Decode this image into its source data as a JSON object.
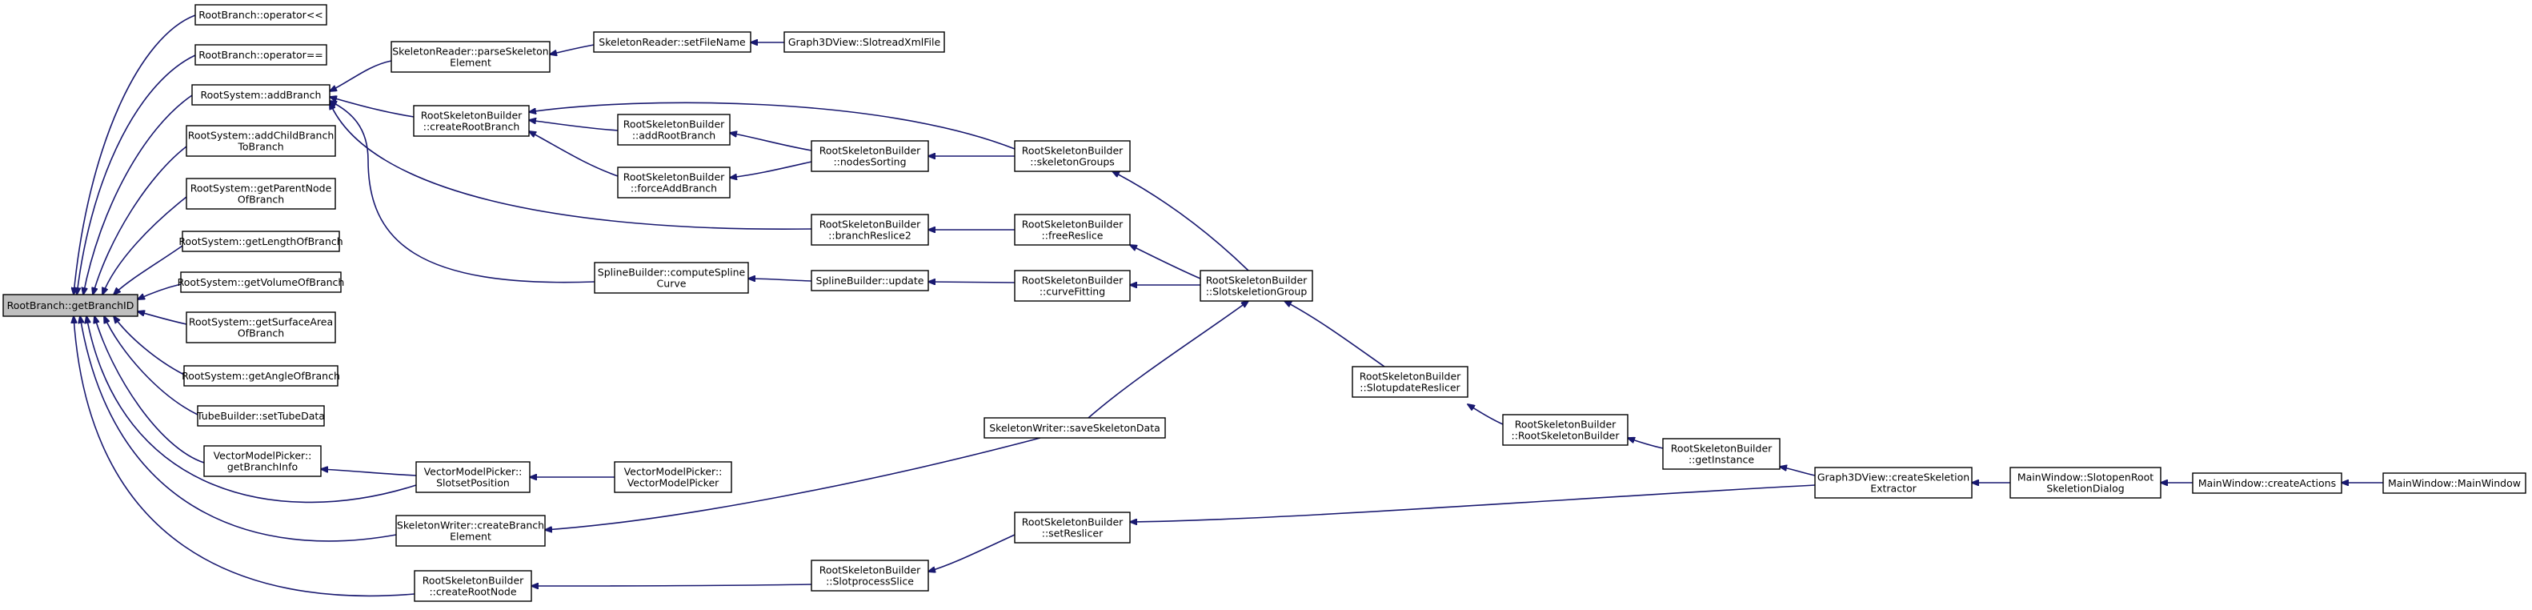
{
  "diagram": {
    "edge_color": "#191970",
    "root_fill": "#bfbfbf",
    "nodes": [
      {
        "id": "root",
        "lines": [
          "RootBranch::getBranchID"
        ],
        "root": true
      },
      {
        "id": "op_lshift",
        "lines": [
          "RootBranch::operator<<"
        ]
      },
      {
        "id": "op_eq",
        "lines": [
          "RootBranch::operator=="
        ]
      },
      {
        "id": "addBranch",
        "lines": [
          "RootSystem::addBranch"
        ]
      },
      {
        "id": "addChildBranchToBranch",
        "lines": [
          "RootSystem::addChildBranch",
          "ToBranch"
        ]
      },
      {
        "id": "getParentNodeOfBranch",
        "lines": [
          "RootSystem::getParentNode",
          "OfBranch"
        ]
      },
      {
        "id": "getLengthOfBranch",
        "lines": [
          "RootSystem::getLengthOfBranch"
        ]
      },
      {
        "id": "getVolumeOfBranch",
        "lines": [
          "RootSystem::getVolumeOfBranch"
        ]
      },
      {
        "id": "getSurfaceAreaOfBranch",
        "lines": [
          "RootSystem::getSurfaceArea",
          "OfBranch"
        ]
      },
      {
        "id": "getAngleOfBranch",
        "lines": [
          "RootSystem::getAngleOfBranch"
        ]
      },
      {
        "id": "setTubeData",
        "lines": [
          "TubeBuilder::setTubeData"
        ]
      },
      {
        "id": "getBranchInfo",
        "lines": [
          "VectorModelPicker::",
          "getBranchInfo"
        ]
      },
      {
        "id": "createBranchElement",
        "lines": [
          "SkeletonWriter::createBranch",
          "Element"
        ]
      },
      {
        "id": "createRootNode",
        "lines": [
          "RootSkeletonBuilder",
          "::createRootNode"
        ]
      },
      {
        "id": "parseSkeletonElement",
        "lines": [
          "SkeletonReader::parseSkeleton",
          "Element"
        ]
      },
      {
        "id": "createRootBranch",
        "lines": [
          "RootSkeletonBuilder",
          "::createRootBranch"
        ]
      },
      {
        "id": "computeSplineCurve",
        "lines": [
          "SplineBuilder::computeSpline",
          "Curve"
        ]
      },
      {
        "id": "SlotsetPosition",
        "lines": [
          "VectorModelPicker::",
          "SlotsetPosition"
        ]
      },
      {
        "id": "setFileName",
        "lines": [
          "SkeletonReader::setFileName"
        ]
      },
      {
        "id": "addRootBranch",
        "lines": [
          "RootSkeletonBuilder",
          "::addRootBranch"
        ]
      },
      {
        "id": "forceAddBranch",
        "lines": [
          "RootSkeletonBuilder",
          "::forceAddBranch"
        ]
      },
      {
        "id": "VectorModelPicker",
        "lines": [
          "VectorModelPicker::",
          "VectorModelPicker"
        ]
      },
      {
        "id": "SlotreadXmlFile",
        "lines": [
          "Graph3DView::SlotreadXmlFile"
        ]
      },
      {
        "id": "nodesSorting",
        "lines": [
          "RootSkeletonBuilder",
          "::nodesSorting"
        ]
      },
      {
        "id": "branchReslice2",
        "lines": [
          "RootSkeletonBuilder",
          "::branchReslice2"
        ]
      },
      {
        "id": "update",
        "lines": [
          "SplineBuilder::update"
        ]
      },
      {
        "id": "SlotprocessSlice",
        "lines": [
          "RootSkeletonBuilder",
          "::SlotprocessSlice"
        ]
      },
      {
        "id": "skeletonGroups",
        "lines": [
          "RootSkeletonBuilder",
          "::skeletonGroups"
        ]
      },
      {
        "id": "freeReslice",
        "lines": [
          "RootSkeletonBuilder",
          "::freeReslice"
        ]
      },
      {
        "id": "curveFitting",
        "lines": [
          "RootSkeletonBuilder",
          "::curveFitting"
        ]
      },
      {
        "id": "saveSkeletonData",
        "lines": [
          "SkeletonWriter::saveSkeletonData"
        ]
      },
      {
        "id": "setReslicer",
        "lines": [
          "RootSkeletonBuilder",
          "::setReslicer"
        ]
      },
      {
        "id": "SlotskeletionGroup",
        "lines": [
          "RootSkeletonBuilder",
          "::SlotskeletionGroup"
        ]
      },
      {
        "id": "SlotupdateReslicer",
        "lines": [
          "RootSkeletonBuilder",
          "::SlotupdateReslicer"
        ]
      },
      {
        "id": "RootSkeletonBuilder",
        "lines": [
          "RootSkeletonBuilder",
          "::RootSkeletonBuilder"
        ]
      },
      {
        "id": "getInstance",
        "lines": [
          "RootSkeletonBuilder",
          "::getInstance"
        ]
      },
      {
        "id": "createSkeletionExtractor",
        "lines": [
          "Graph3DView::createSkeletion",
          "Extractor"
        ]
      },
      {
        "id": "SlotopenRootSkeletionDialog",
        "lines": [
          "MainWindow::SlotopenRoot",
          "SkeletionDialog"
        ]
      },
      {
        "id": "createActions",
        "lines": [
          "MainWindow::createActions"
        ]
      },
      {
        "id": "MainWindow",
        "lines": [
          "MainWindow::MainWindow"
        ]
      }
    ],
    "edges": [
      {
        "from": "op_lshift",
        "to": "root"
      },
      {
        "from": "op_eq",
        "to": "root"
      },
      {
        "from": "addBranch",
        "to": "root"
      },
      {
        "from": "addChildBranchToBranch",
        "to": "root"
      },
      {
        "from": "getParentNodeOfBranch",
        "to": "root"
      },
      {
        "from": "getLengthOfBranch",
        "to": "root"
      },
      {
        "from": "getVolumeOfBranch",
        "to": "root"
      },
      {
        "from": "getSurfaceAreaOfBranch",
        "to": "root"
      },
      {
        "from": "getAngleOfBranch",
        "to": "root"
      },
      {
        "from": "setTubeData",
        "to": "root"
      },
      {
        "from": "getBranchInfo",
        "to": "root"
      },
      {
        "from": "SlotsetPosition",
        "to": "root"
      },
      {
        "from": "createBranchElement",
        "to": "root"
      },
      {
        "from": "createRootNode",
        "to": "root"
      },
      {
        "from": "parseSkeletonElement",
        "to": "addBranch"
      },
      {
        "from": "createRootBranch",
        "to": "addBranch"
      },
      {
        "from": "computeSplineCurve",
        "to": "addBranch"
      },
      {
        "from": "branchReslice2",
        "to": "addBranch"
      },
      {
        "from": "setFileName",
        "to": "parseSkeletonElement"
      },
      {
        "from": "SlotreadXmlFile",
        "to": "setFileName"
      },
      {
        "from": "addRootBranch",
        "to": "createRootBranch"
      },
      {
        "from": "forceAddBranch",
        "to": "createRootBranch"
      },
      {
        "from": "skeletonGroups",
        "to": "createRootBranch"
      },
      {
        "from": "nodesSorting",
        "to": "addRootBranch"
      },
      {
        "from": "nodesSorting",
        "to": "forceAddBranch"
      },
      {
        "from": "skeletonGroups",
        "to": "nodesSorting"
      },
      {
        "from": "SlotskeletionGroup",
        "to": "skeletonGroups"
      },
      {
        "from": "freeReslice",
        "to": "branchReslice2"
      },
      {
        "from": "SlotskeletionGroup",
        "to": "freeReslice"
      },
      {
        "from": "update",
        "to": "computeSplineCurve"
      },
      {
        "from": "curveFitting",
        "to": "update"
      },
      {
        "from": "SlotskeletionGroup",
        "to": "curveFitting"
      },
      {
        "from": "SlotupdateReslicer",
        "to": "SlotskeletionGroup"
      },
      {
        "from": "saveSkeletonData",
        "to": "SlotskeletionGroup"
      },
      {
        "from": "RootSkeletonBuilder",
        "to": "SlotupdateReslicer"
      },
      {
        "from": "getInstance",
        "to": "RootSkeletonBuilder"
      },
      {
        "from": "createSkeletionExtractor",
        "to": "getInstance"
      },
      {
        "from": "createSkeletionExtractor",
        "to": "setReslicer"
      },
      {
        "from": "SlotopenRootSkeletionDialog",
        "to": "createSkeletionExtractor"
      },
      {
        "from": "createActions",
        "to": "SlotopenRootSkeletionDialog"
      },
      {
        "from": "MainWindow",
        "to": "createActions"
      },
      {
        "from": "saveSkeletonData",
        "to": "createBranchElement"
      },
      {
        "from": "SlotsetPosition",
        "to": "getBranchInfo"
      },
      {
        "from": "VectorModelPicker",
        "to": "SlotsetPosition"
      },
      {
        "from": "SlotprocessSlice",
        "to": "createRootNode"
      },
      {
        "from": "setReslicer",
        "to": "SlotprocessSlice"
      }
    ]
  }
}
